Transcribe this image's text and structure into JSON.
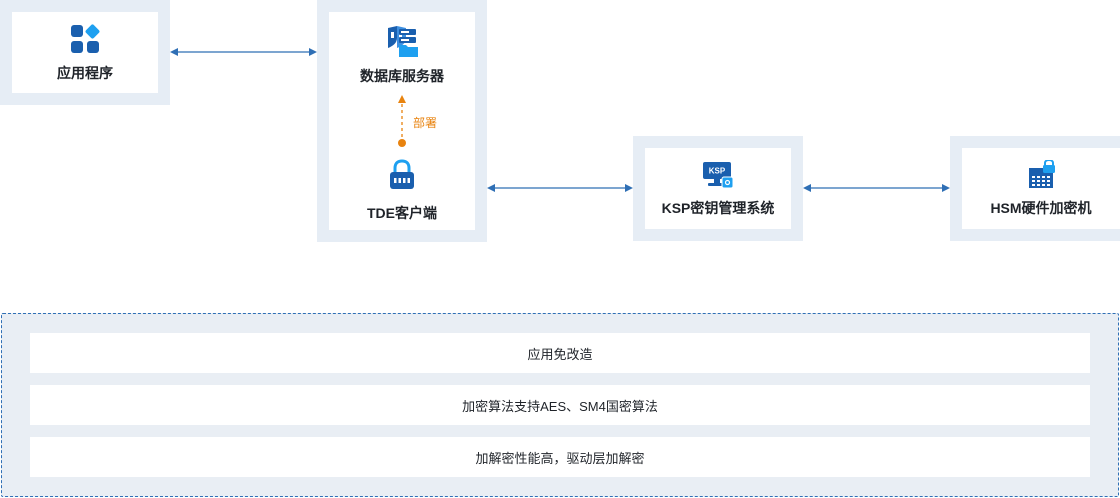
{
  "diagram": {
    "nodes": {
      "app": {
        "label": "应用程序",
        "icon": "app-grid-icon"
      },
      "db_server": {
        "label": "数据库服务器",
        "icon": "database-server-icon"
      },
      "tde_client": {
        "label": "TDE客户端",
        "icon": "lock-icon"
      },
      "ksp": {
        "label": "KSP密钥管理系统",
        "icon": "key-management-icon"
      },
      "hsm": {
        "label": "HSM硬件加密机",
        "icon": "hardware-security-module-icon"
      }
    },
    "edges": {
      "deploy_label": "部署"
    },
    "features": [
      "应用免改造",
      "加密算法支持AES、SM4国密算法",
      "加解密性能高，驱动层加解密"
    ],
    "colors": {
      "accent_blue": "#1a6bc4",
      "arrow_blue": "#2f6fb5",
      "deploy_orange": "#e8830f",
      "frame_bg": "#e6edf5"
    }
  }
}
